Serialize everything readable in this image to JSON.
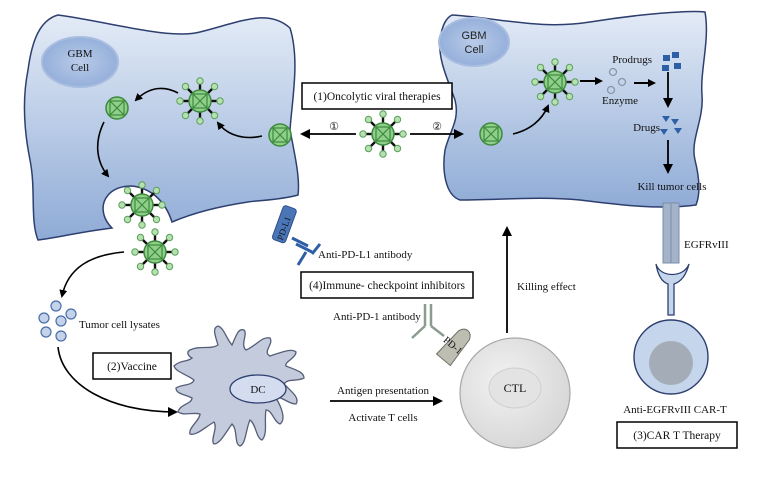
{
  "figure": {
    "cells": {
      "gbm_left": "GBM Cell",
      "gbm_right": "GBM Cell",
      "gbm_left_lines": [
        "GBM",
        "Cell"
      ],
      "gbm_right_lines": [
        "GBM",
        "Cell"
      ],
      "dc": "DC",
      "ctl": "CTL"
    },
    "boxes": {
      "oncolytic": "(1)Oncolytic viral therapies",
      "vaccine": "(2)Vaccine",
      "car_t": "(3)CAR T Therapy",
      "checkpoint": "(4)Immune- checkpoint inhibitors"
    },
    "labels": {
      "route1": "①",
      "route2": "②",
      "prodrugs": "Prodrugs",
      "enzyme": "Enzyme",
      "drugs": "Drugs",
      "kill_tumor": "Kill tumor cells",
      "egfrviii": "EGFRvIII",
      "anti_egfrviii": "Anti-EGFRvIII CAR-T",
      "pdl1": "PD-L1",
      "anti_pdl1": "Anti-PD-L1 antibody",
      "pd1": "PD-1",
      "anti_pd1": "Anti-PD-1 antibody",
      "killing_effect": "Killing effect",
      "tumor_lysates": "Tumor cell lysates",
      "antigen_presentation": "Antigen presentation",
      "activate_t": "Activate T cells"
    },
    "colors": {
      "cell_fill_top": "#dfe8f5",
      "cell_fill_bottom": "#93afd8",
      "cell_stroke": "#2d3f6e",
      "virus_fill": "#8fcf8a",
      "virus_stroke": "#3e8a3f",
      "drug_blue": "#2e5fa6",
      "dc_fill": "#c3cbdc",
      "ctl_fill": "#e6e6e6",
      "pd1_fill": "#bdbdb2",
      "receptor_fill": "#a3b3c9"
    }
  }
}
